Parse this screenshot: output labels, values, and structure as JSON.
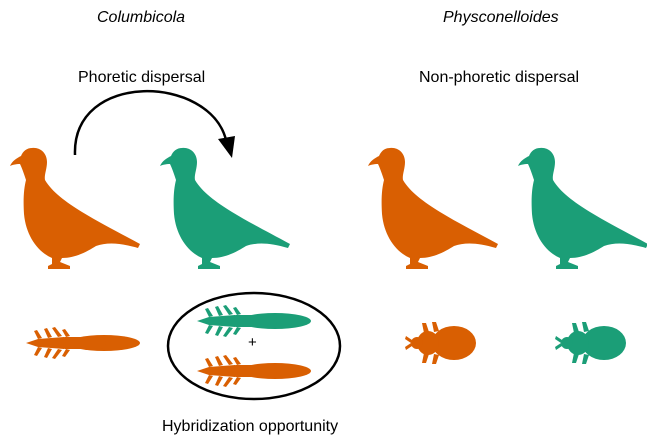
{
  "left_panel": {
    "genus": "Columbicola",
    "label": "Phoretic dispersal",
    "caption": "Hybridization opportunity",
    "plus": "+",
    "bird_colors": [
      "#d95f02",
      "#1b9e77"
    ],
    "louse_shape": "elongate"
  },
  "right_panel": {
    "genus": "Physconelloides",
    "label": "Non-phoretic dispersal",
    "bird_colors": [
      "#d95f02",
      "#1b9e77"
    ],
    "louse_shape": "round"
  },
  "icons": {
    "bird": "pigeon-icon",
    "louse_long": "elongate-louse-icon",
    "louse_round": "round-louse-icon",
    "arrow": "curved-arrow-icon"
  },
  "colors": {
    "orange": "#d95f02",
    "green": "#1b9e77"
  }
}
